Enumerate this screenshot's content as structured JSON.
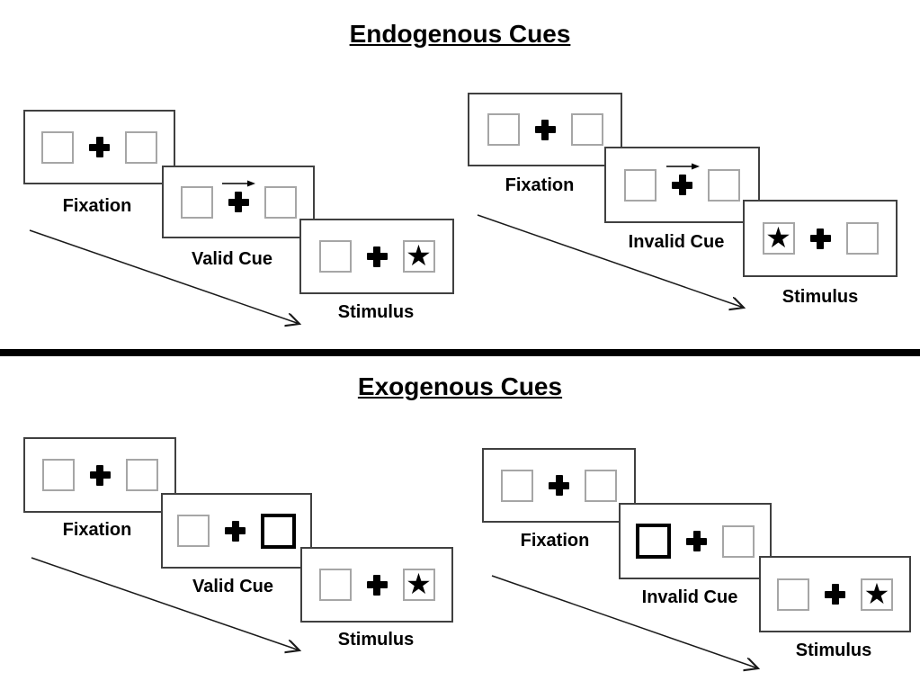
{
  "colors": {
    "background": "#ffffff",
    "ink": "#000000",
    "panel_border": "#404040",
    "box_border": "#a6a6a6",
    "divider": "#000000"
  },
  "icons": {
    "star": "★",
    "fixation_cross": "+",
    "cue_arrow": "→",
    "timeline_arrow": "diagonal-down-right-arrow"
  },
  "sections": [
    {
      "title": "Endogenous Cues",
      "groups": [
        {
          "trial_type": "valid",
          "timeline_arrow": true,
          "panels": [
            {
              "label": "Fixation",
              "left_box": "empty",
              "center": "fixation-cross",
              "right_box": "empty"
            },
            {
              "label": "Valid Cue",
              "left_box": "empty",
              "center": "fixation-cross-with-right-arrow-above",
              "right_box": "empty"
            },
            {
              "label": "Stimulus",
              "left_box": "empty",
              "center": "fixation-cross",
              "right_box": "star"
            }
          ]
        },
        {
          "trial_type": "invalid",
          "timeline_arrow": true,
          "panels": [
            {
              "label": "Fixation",
              "left_box": "empty",
              "center": "fixation-cross",
              "right_box": "empty"
            },
            {
              "label": "Invalid Cue",
              "left_box": "empty",
              "center": "fixation-cross-with-right-arrow-above",
              "right_box": "empty"
            },
            {
              "label": "Stimulus",
              "left_box": "star",
              "center": "fixation-cross",
              "right_box": "empty"
            }
          ]
        }
      ]
    },
    {
      "title": "Exogenous Cues",
      "groups": [
        {
          "trial_type": "valid",
          "timeline_arrow": true,
          "panels": [
            {
              "label": "Fixation",
              "left_box": "empty",
              "center": "fixation-cross",
              "right_box": "empty"
            },
            {
              "label": "Valid Cue",
              "left_box": "empty",
              "center": "fixation-cross",
              "right_box": "thick-outline"
            },
            {
              "label": "Stimulus",
              "left_box": "empty",
              "center": "fixation-cross",
              "right_box": "star"
            }
          ]
        },
        {
          "trial_type": "invalid",
          "timeline_arrow": true,
          "panels": [
            {
              "label": "Fixation",
              "left_box": "empty",
              "center": "fixation-cross",
              "right_box": "empty"
            },
            {
              "label": "Invalid Cue",
              "left_box": "thick-outline",
              "center": "fixation-cross",
              "right_box": "empty"
            },
            {
              "label": "Stimulus",
              "left_box": "empty",
              "center": "fixation-cross",
              "right_box": "star"
            }
          ]
        }
      ]
    }
  ]
}
